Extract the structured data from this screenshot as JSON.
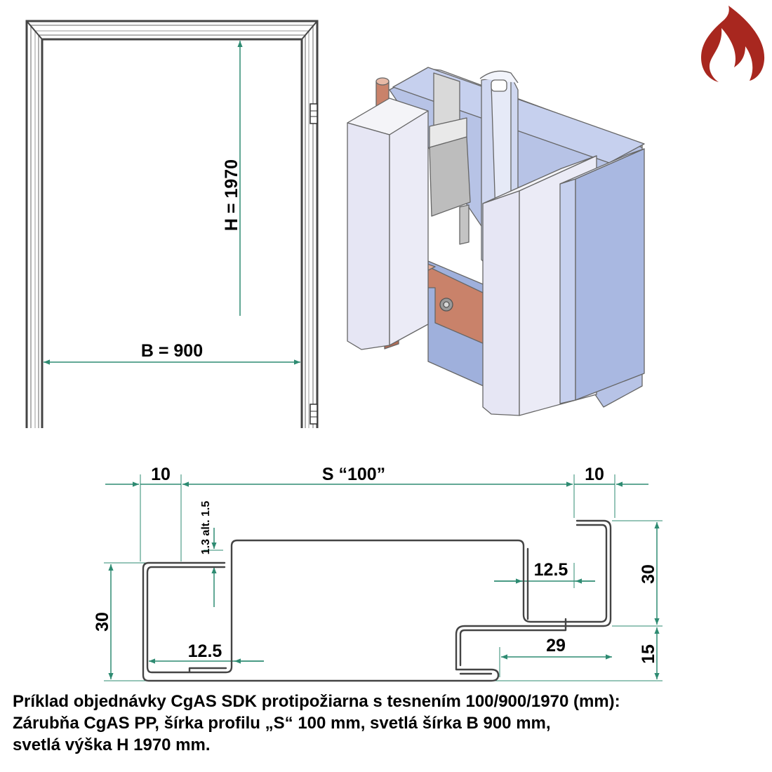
{
  "elevation": {
    "height_label": "H = 1970",
    "width_label": "B = 900"
  },
  "profile": {
    "width_label": "S “100”",
    "left_flange_label": "10",
    "right_flange_label": "10",
    "wall_thickness_label": "1.3 alt. 1.5",
    "left_height_label": "30",
    "right_height_label": "30",
    "rebate_depth_label": "15",
    "left_offset_label": "12.5",
    "right_offset_label": "12.5",
    "rebate_width_label": "29"
  },
  "caption": {
    "line1": "Príklad objednávky CgAS SDK protipožiarna s tesnením 100/900/1970 (mm):",
    "line2": "Zárubňa CgAS PP, šírka profilu „S“ 100 mm, svetlá šírka B 900 mm,",
    "line3": "svetlá výška H 1970 mm."
  },
  "colors": {
    "dimension_line": "#2e8b72",
    "fire_icon": "#a8271f",
    "frame_face": "#e6e6f4",
    "frame_side": "#a8b6de",
    "anchor": "#c9826a"
  },
  "icons": {
    "fire": "fire-icon"
  }
}
